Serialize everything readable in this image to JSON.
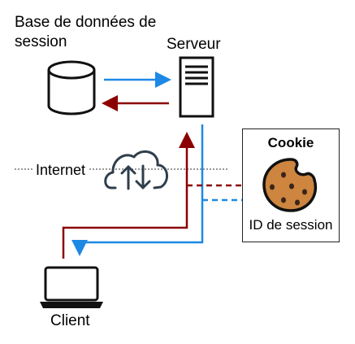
{
  "labels": {
    "database": "Base de données de session",
    "server": "Serveur",
    "internet": "Internet",
    "client": "Client",
    "cookie_title": "Cookie",
    "cookie_caption": "ID de session"
  },
  "icons": {
    "database": "database-icon",
    "server": "server-icon",
    "cloud": "cloud-upload-download-icon",
    "laptop": "laptop-icon",
    "cookie": "cookie-icon"
  },
  "colors": {
    "blue_arrow": "#1e88e5",
    "red_arrow": "#8b0000",
    "cookie_fill": "#cd853f",
    "outline": "#111111"
  }
}
